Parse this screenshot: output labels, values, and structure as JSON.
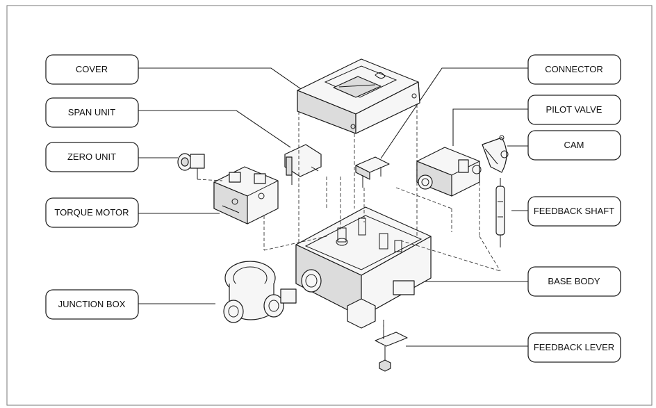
{
  "labels": {
    "cover": "COVER",
    "span_unit": "SPAN UNIT",
    "zero_unit": "ZERO UNIT",
    "torque_motor": "TORQUE MOTOR",
    "junction_box": "JUNCTION BOX",
    "connector": "CONNECTOR",
    "pilot_valve": "PILOT VALVE",
    "cam": "CAM",
    "feedback_shaft": "FEEDBACK SHAFT",
    "base_body": "BASE BODY",
    "feedback_lever": "FEEDBACK LEVER"
  }
}
